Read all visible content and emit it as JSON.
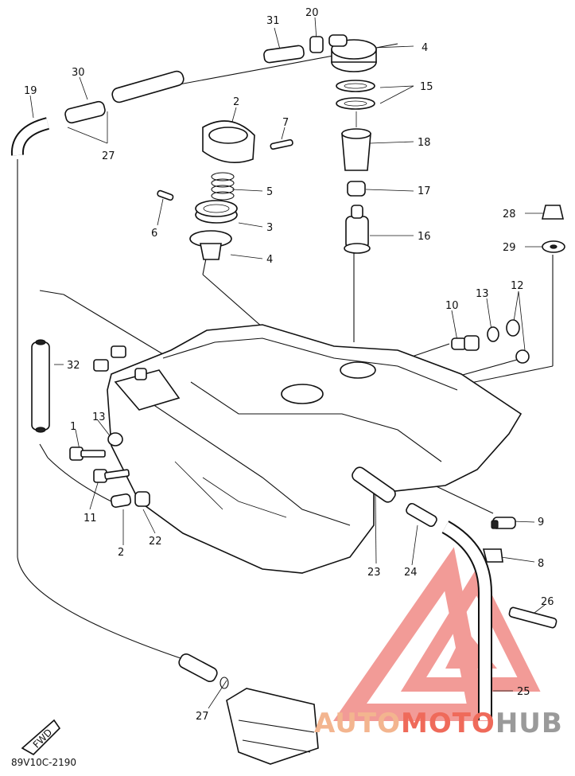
{
  "part_labels": [
    "31",
    "20",
    "4",
    "30",
    "15",
    "19",
    "2",
    "7",
    "18",
    "27",
    "17",
    "5",
    "28",
    "6",
    "3",
    "16",
    "29",
    "4",
    "12",
    "10",
    "13",
    "32",
    "1",
    "13",
    "11",
    "9",
    "2",
    "22",
    "23",
    "24",
    "8",
    "26",
    "25",
    "27"
  ],
  "diagram_code": "89V10C-2190",
  "fwd_label": "FWD",
  "watermark": {
    "part1": "AUTO",
    "part2": "MOTO",
    "part3": "HUB",
    "color1": "#f3b58f",
    "color2": "#ef6a5a",
    "color3": "#9a9a9a",
    "triangle_color": "#f08a86"
  }
}
